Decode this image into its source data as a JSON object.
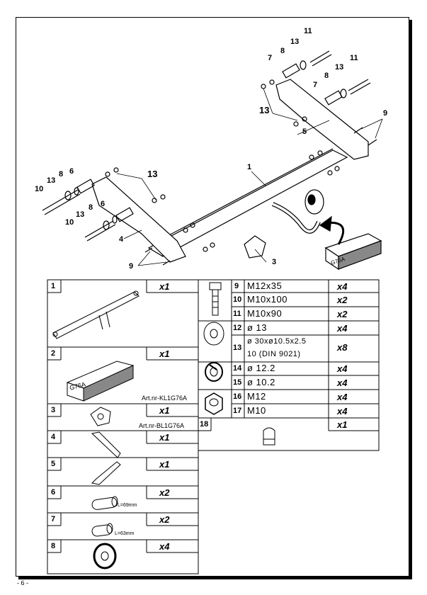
{
  "page": {
    "number": "- 6 -"
  },
  "diagram": {
    "callouts": [
      "1",
      "3",
      "4",
      "5",
      "6",
      "6",
      "7",
      "7",
      "8",
      "8",
      "8",
      "8",
      "9",
      "9",
      "10",
      "10",
      "11",
      "11",
      "13",
      "13",
      "13",
      "13",
      "13",
      "13"
    ],
    "box_label": "G76A"
  },
  "left_table": {
    "rows": [
      {
        "num": "1",
        "qty": "x1"
      },
      {
        "num": "2",
        "qty": "x1",
        "box": "G76A",
        "art": "Art.nr-KL1G76A"
      },
      {
        "num": "3",
        "qty": "x1",
        "art": "Art.nr-BL1G76A"
      },
      {
        "num": "4",
        "qty": "x1"
      },
      {
        "num": "5",
        "qty": "x1"
      },
      {
        "num": "6",
        "qty": "x2",
        "length": "L=69mm"
      },
      {
        "num": "7",
        "qty": "x2",
        "length": "L=63mm"
      },
      {
        "num": "8",
        "qty": "x4"
      }
    ]
  },
  "right_table": {
    "rows": [
      {
        "num": "9",
        "spec": "M12x35",
        "qty": "x4"
      },
      {
        "num": "10",
        "spec": "M10x100",
        "qty": "x2"
      },
      {
        "num": "11",
        "spec": "M10x90",
        "qty": "x2"
      },
      {
        "num": "12",
        "spec": "ø 13",
        "qty": "x4"
      },
      {
        "num": "13",
        "spec": "ø 30xø10.5x2.5",
        "spec2": "10  (DIN 9021)",
        "qty": "x8"
      },
      {
        "num": "14",
        "spec": "ø 12.2",
        "qty": "x4"
      },
      {
        "num": "15",
        "spec": "ø 10.2",
        "qty": "x4"
      },
      {
        "num": "16",
        "spec": "M12",
        "qty": "x4"
      },
      {
        "num": "17",
        "spec": "M10",
        "qty": "x4"
      },
      {
        "num": "18",
        "qty": "x1"
      }
    ]
  }
}
